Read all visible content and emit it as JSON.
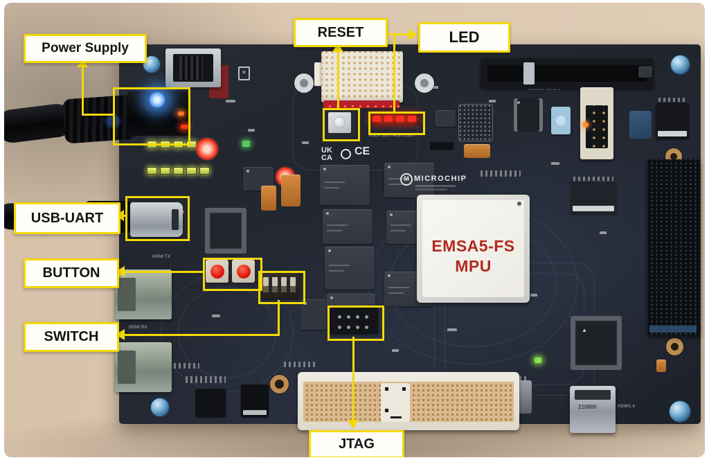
{
  "annotations": {
    "power_supply": {
      "label": "Power Supply"
    },
    "reset": {
      "label": "RESET"
    },
    "led": {
      "label": "LED"
    },
    "usb_uart": {
      "label": "USB-UART"
    },
    "button": {
      "label": "BUTTON"
    },
    "switch": {
      "label": "SWITCH"
    },
    "jtag": {
      "label": "JTAG"
    }
  },
  "board": {
    "mpu_line1": "EMSA5-FS",
    "mpu_line2": "MPU",
    "vendor_logo": "MICROCHIP",
    "silkscreen": {
      "user_leds": "USER DEFINED LEDS",
      "uk_mark_line1": "UK",
      "uk_mark_line2": "CA",
      "ce_mark": "CE",
      "device_reset": "DEVICE RESET",
      "hdmi_tx": "HDMI TX",
      "hdmi_rx": "HDMI RX",
      "hdmi_version": "HDMI1.4",
      "hdmi_serial": "210806"
    }
  },
  "colors": {
    "annotation_yellow": "#F3D906",
    "label_text": "#141414",
    "mpu_text_red": "#B22A1E",
    "pcb_dark": "#23272F",
    "background_beige": "#D8C3AC"
  }
}
